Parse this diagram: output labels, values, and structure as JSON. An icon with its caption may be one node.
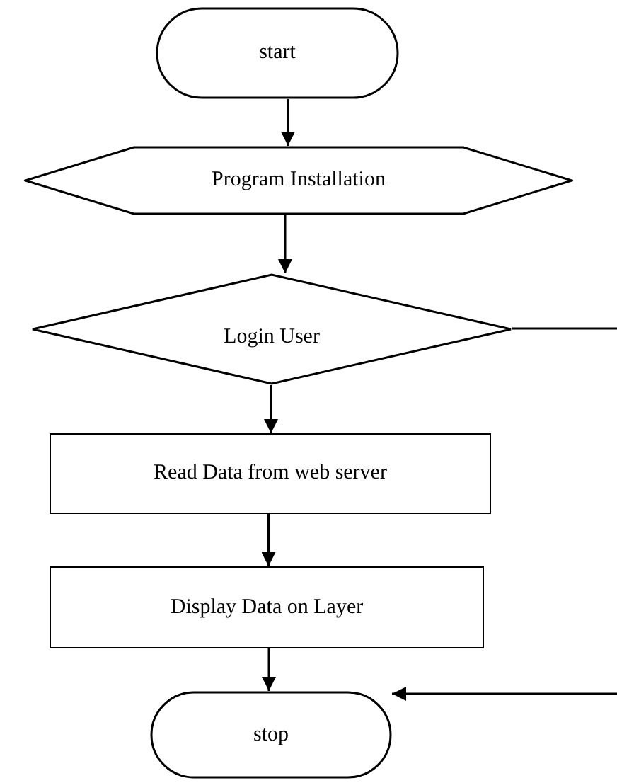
{
  "diagram": {
    "nodes": [
      {
        "text": [
          "start"
        ]
      },
      {
        "text": [
          "Program Installation"
        ]
      },
      {
        "text": [
          "Login User"
        ]
      },
      {
        "text": [
          "Read Data from web server"
        ]
      },
      {
        "text": [
          "Display Data on Layer"
        ]
      },
      {
        "text": [
          "stop"
        ]
      }
    ],
    "edges": [
      {
        "from": 0,
        "to": 1,
        "arrow": "to"
      },
      {
        "from": 1,
        "to": 2,
        "arrow": "to"
      },
      {
        "from": 2,
        "to": 3,
        "arrow": "to"
      },
      {
        "from": 3,
        "to": 4,
        "arrow": "to"
      },
      {
        "from": 4,
        "to": 5,
        "arrow": "to"
      },
      {
        "from": 2,
        "to": null,
        "arrow": "none"
      },
      {
        "from": null,
        "to": 5,
        "arrow": "to"
      }
    ]
  }
}
